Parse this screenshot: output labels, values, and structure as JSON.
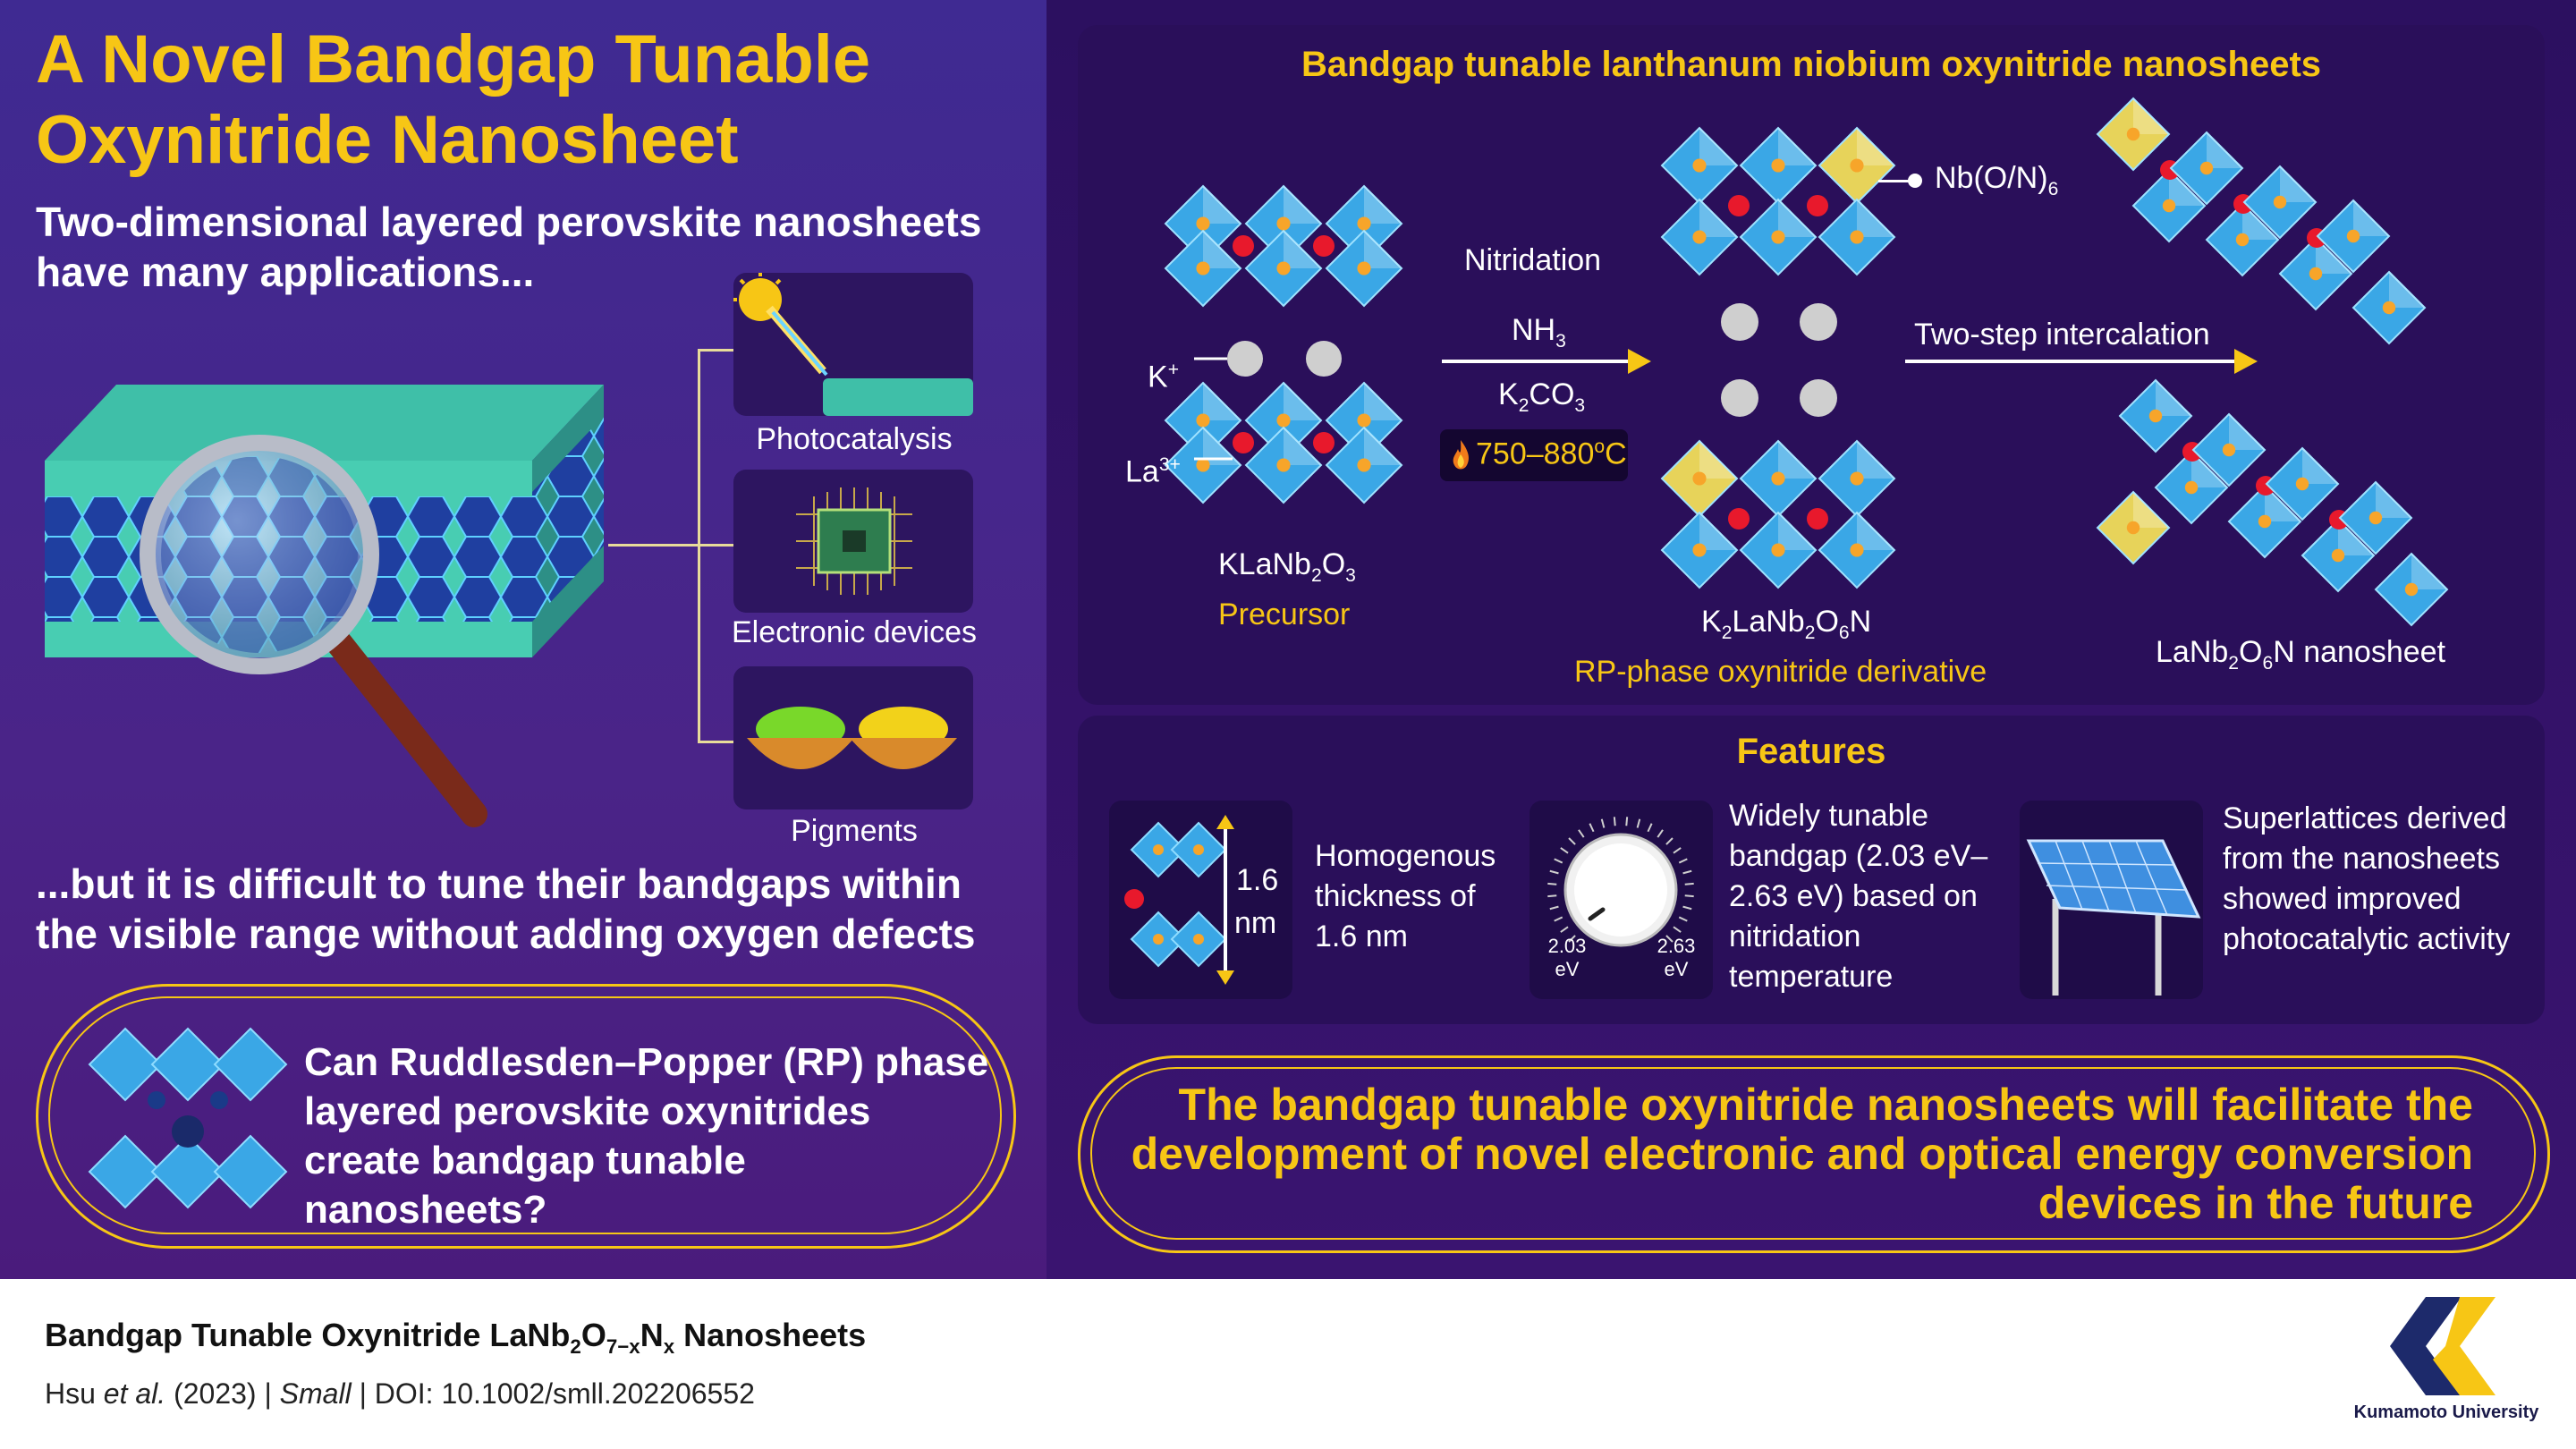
{
  "title": "A Novel Bandgap Tunable Oxynitride Nanosheet",
  "intro": "Two-dimensional layered perovskite nanosheets have many applications...",
  "applications": [
    {
      "label": "Photocatalysis",
      "icon": "sun-prism-icon"
    },
    {
      "label": "Electronic devices",
      "icon": "chip-icon"
    },
    {
      "label": "Pigments",
      "icon": "pigment-bowls-icon"
    }
  ],
  "difficulty": "...but it is difficult to tune their bandgaps within the visible range without adding oxygen defects",
  "question": "Can Ruddlesden–Popper (RP) phase layered perovskite oxynitrides create bandgap tunable nanosheets?",
  "process": {
    "title": "Bandgap tunable lanthanum niobium oxynitride nanosheets",
    "k_label": "K",
    "k_charge": "+",
    "la_label": "La",
    "la_charge": "3+",
    "precursor_formula": {
      "a": "KLaNb",
      "b": "2",
      "c": "O",
      "d": "3"
    },
    "precursor_label": "Precursor",
    "nitridation_label": "Nitridation",
    "reagent1": {
      "a": "NH",
      "b": "3"
    },
    "reagent2": {
      "a": "K",
      "b": "2",
      "c": "CO",
      "d": "3"
    },
    "temperature": {
      "a": "750–880",
      "b": "o",
      "c": "C"
    },
    "nb_label": {
      "a": "Nb(O/N)",
      "b": "6"
    },
    "derivative_formula": {
      "a": "K",
      "b": "2",
      "c": "LaNb",
      "d": "2",
      "e": "O",
      "f": "6",
      "g": "N"
    },
    "derivative_label": "RP-phase oxynitride derivative",
    "intercalation_label": "Two-step intercalation",
    "nanosheet_formula": {
      "a": "LaNb",
      "b": "2",
      "c": "O",
      "d": "6",
      "e": "N nanosheet"
    }
  },
  "features": {
    "title": "Features",
    "thickness_value": "1.6",
    "thickness_unit": "nm",
    "thickness_text": "Homogenous thickness of 1.6 nm",
    "dial_min": "2.03",
    "dial_min_unit": "eV",
    "dial_max": "2.63",
    "dial_max_unit": "eV",
    "bandgap_text": "Widely tunable bandgap (2.03 eV–2.63 eV) based on nitridation temperature",
    "superlattice_text": "Superlattices derived from the nanosheets showed improved photocatalytic activity"
  },
  "conclusion": "The bandgap tunable oxynitride nanosheets will facilitate the development of novel electronic and optical energy conversion devices in the future",
  "footer": {
    "title_a": "Bandgap Tunable Oxynitride LaNb",
    "title_b": "2",
    "title_c": "O",
    "title_d": "7−x",
    "title_e": "N",
    "title_f": "x",
    "title_g": " Nanosheets",
    "authors": "Hsu ",
    "etal": "et al.",
    "year": " (2023) | ",
    "journal": "Small",
    "doi": " | DOI: 10.1002/smll.202206552",
    "university": "Kumamoto University"
  },
  "colors": {
    "accent": "#f7c615",
    "octahedron": "#3aa7e6",
    "la_atom": "#e8192c",
    "k_atom": "#cfcfcf",
    "nitrogen_octa": "#e7d35a"
  }
}
